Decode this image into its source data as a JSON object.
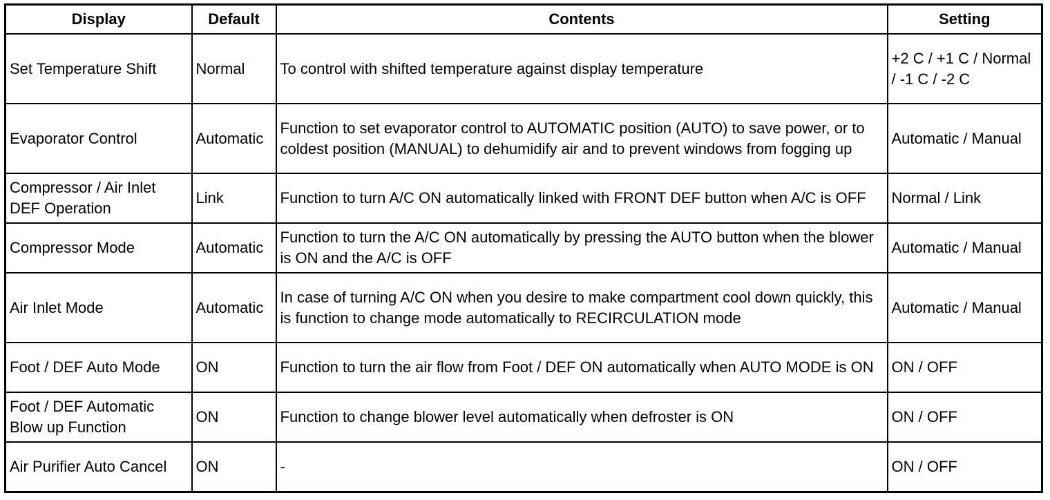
{
  "table": {
    "headers": {
      "display": "Display",
      "default": "Default",
      "contents": "Contents",
      "setting": "Setting"
    },
    "rows": [
      {
        "display": "Set Temperature Shift",
        "default": "Normal",
        "contents": "To control with shifted temperature against display temperature",
        "setting": "+2 C / +1 C / Normal / -1 C / -2 C"
      },
      {
        "display": "Evaporator Control",
        "default": "Automatic",
        "contents": "Function to set evaporator control to AUTOMATIC position (AUTO) to save power, or to coldest position (MANUAL) to dehumidify air and to prevent windows from fogging up",
        "setting": "Automatic / Manual"
      },
      {
        "display": "Compressor / Air Inlet DEF Operation",
        "default": "Link",
        "contents": "Function to turn A/C ON automatically linked with FRONT DEF button when A/C is OFF",
        "setting": "Normal / Link"
      },
      {
        "display": "Compressor Mode",
        "default": "Automatic",
        "contents": "Function to turn the A/C ON automatically by pressing the AUTO button when the blower is ON and the A/C is OFF",
        "setting": "Automatic / Manual"
      },
      {
        "display": "Air Inlet Mode",
        "default": "Automatic",
        "contents": "In case of turning A/C ON when you desire to make compartment cool down quickly, this is function to change mode automatically to RECIRCULATION mode",
        "setting": "Automatic / Manual"
      },
      {
        "display": "Foot / DEF Auto Mode",
        "default": "ON",
        "contents": "Function to turn the air flow from Foot / DEF ON automatically when AUTO MODE is ON",
        "setting": "ON / OFF"
      },
      {
        "display": "Foot / DEF Automatic Blow up Function",
        "default": "ON",
        "contents": "Function to change blower level automatically when defroster is ON",
        "setting": "ON / OFF"
      },
      {
        "display": "Air Purifier Auto Cancel",
        "default": "ON",
        "contents": "-",
        "setting": "ON / OFF"
      }
    ]
  }
}
